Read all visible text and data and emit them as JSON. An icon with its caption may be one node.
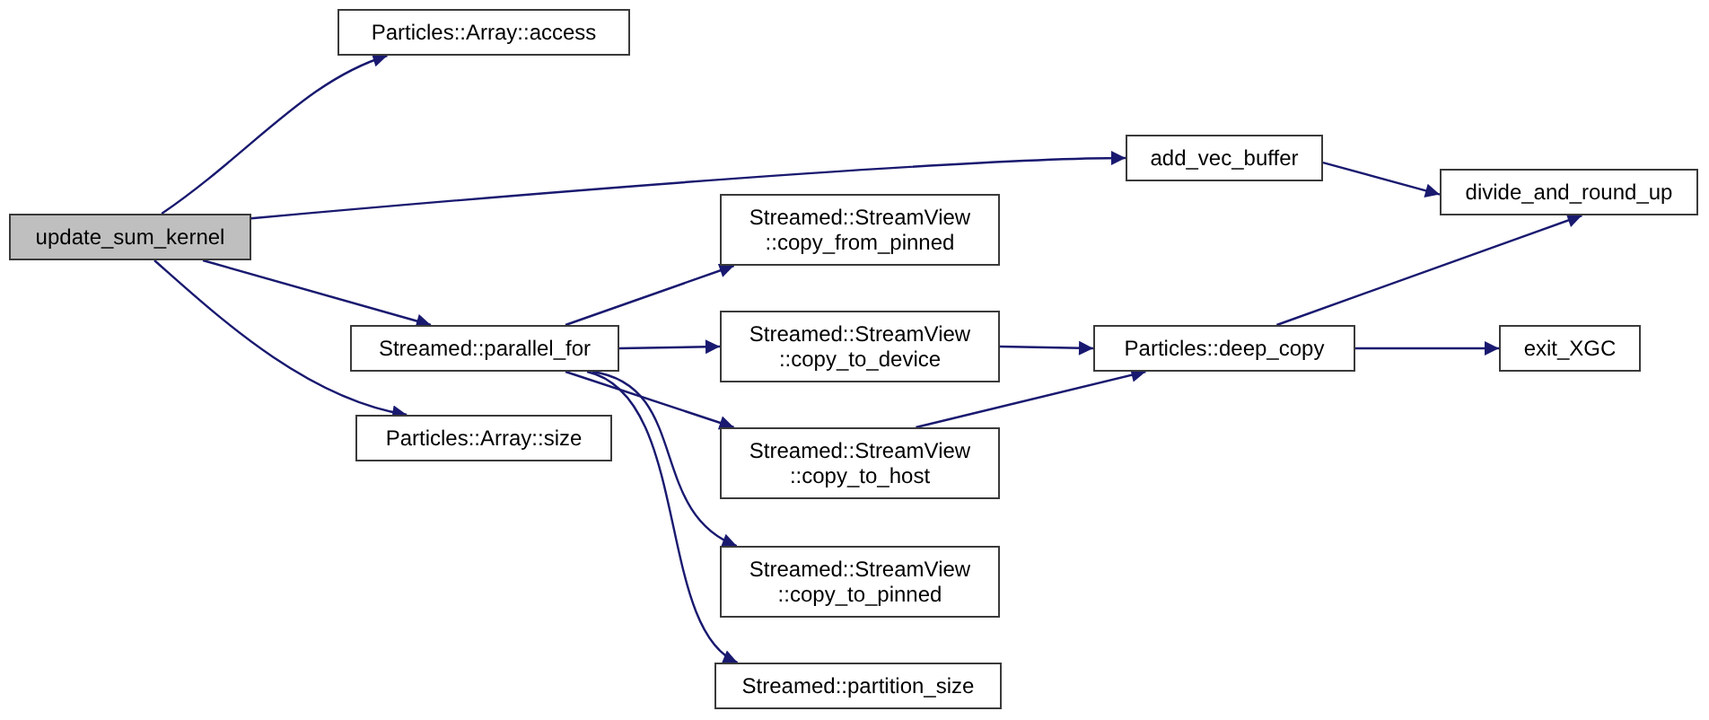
{
  "diagram": {
    "nodes": [
      {
        "text": [
          "update_sum_kernel"
        ]
      },
      {
        "text": [
          "Particles::Array::access"
        ]
      },
      {
        "text": [
          "add_vec_buffer"
        ]
      },
      {
        "text": [
          "Streamed::parallel_for"
        ]
      },
      {
        "text": [
          "Particles::Array::size"
        ]
      },
      {
        "text": [
          "Streamed::StreamView ::copy_from_pinned"
        ]
      },
      {
        "text": [
          "Streamed::StreamView ::copy_to_device"
        ]
      },
      {
        "text": [
          "Streamed::StreamView ::copy_to_host"
        ]
      },
      {
        "text": [
          "Streamed::StreamView ::copy_to_pinned"
        ]
      },
      {
        "text": [
          "Streamed::partition_size"
        ]
      },
      {
        "text": [
          "divide_and_round_up"
        ]
      },
      {
        "text": [
          "Particles::deep_copy"
        ]
      },
      {
        "text": [
          "exit_XGC"
        ]
      }
    ],
    "edges": [
      {
        "from": 0,
        "to": 1,
        "arrow": "to"
      },
      {
        "from": 0,
        "to": 2,
        "arrow": "to"
      },
      {
        "from": 0,
        "to": 3,
        "arrow": "to"
      },
      {
        "from": 0,
        "to": 4,
        "arrow": "to"
      },
      {
        "from": 3,
        "to": 5,
        "arrow": "to"
      },
      {
        "from": 3,
        "to": 6,
        "arrow": "to"
      },
      {
        "from": 3,
        "to": 7,
        "arrow": "to"
      },
      {
        "from": 3,
        "to": 8,
        "arrow": "to"
      },
      {
        "from": 3,
        "to": 9,
        "arrow": "to"
      },
      {
        "from": 2,
        "to": 10,
        "arrow": "to"
      },
      {
        "from": 6,
        "to": 11,
        "arrow": "to"
      },
      {
        "from": 7,
        "to": 11,
        "arrow": "to"
      },
      {
        "from": 11,
        "to": 10,
        "arrow": "to"
      },
      {
        "from": 11,
        "to": 12,
        "arrow": "to"
      }
    ]
  }
}
